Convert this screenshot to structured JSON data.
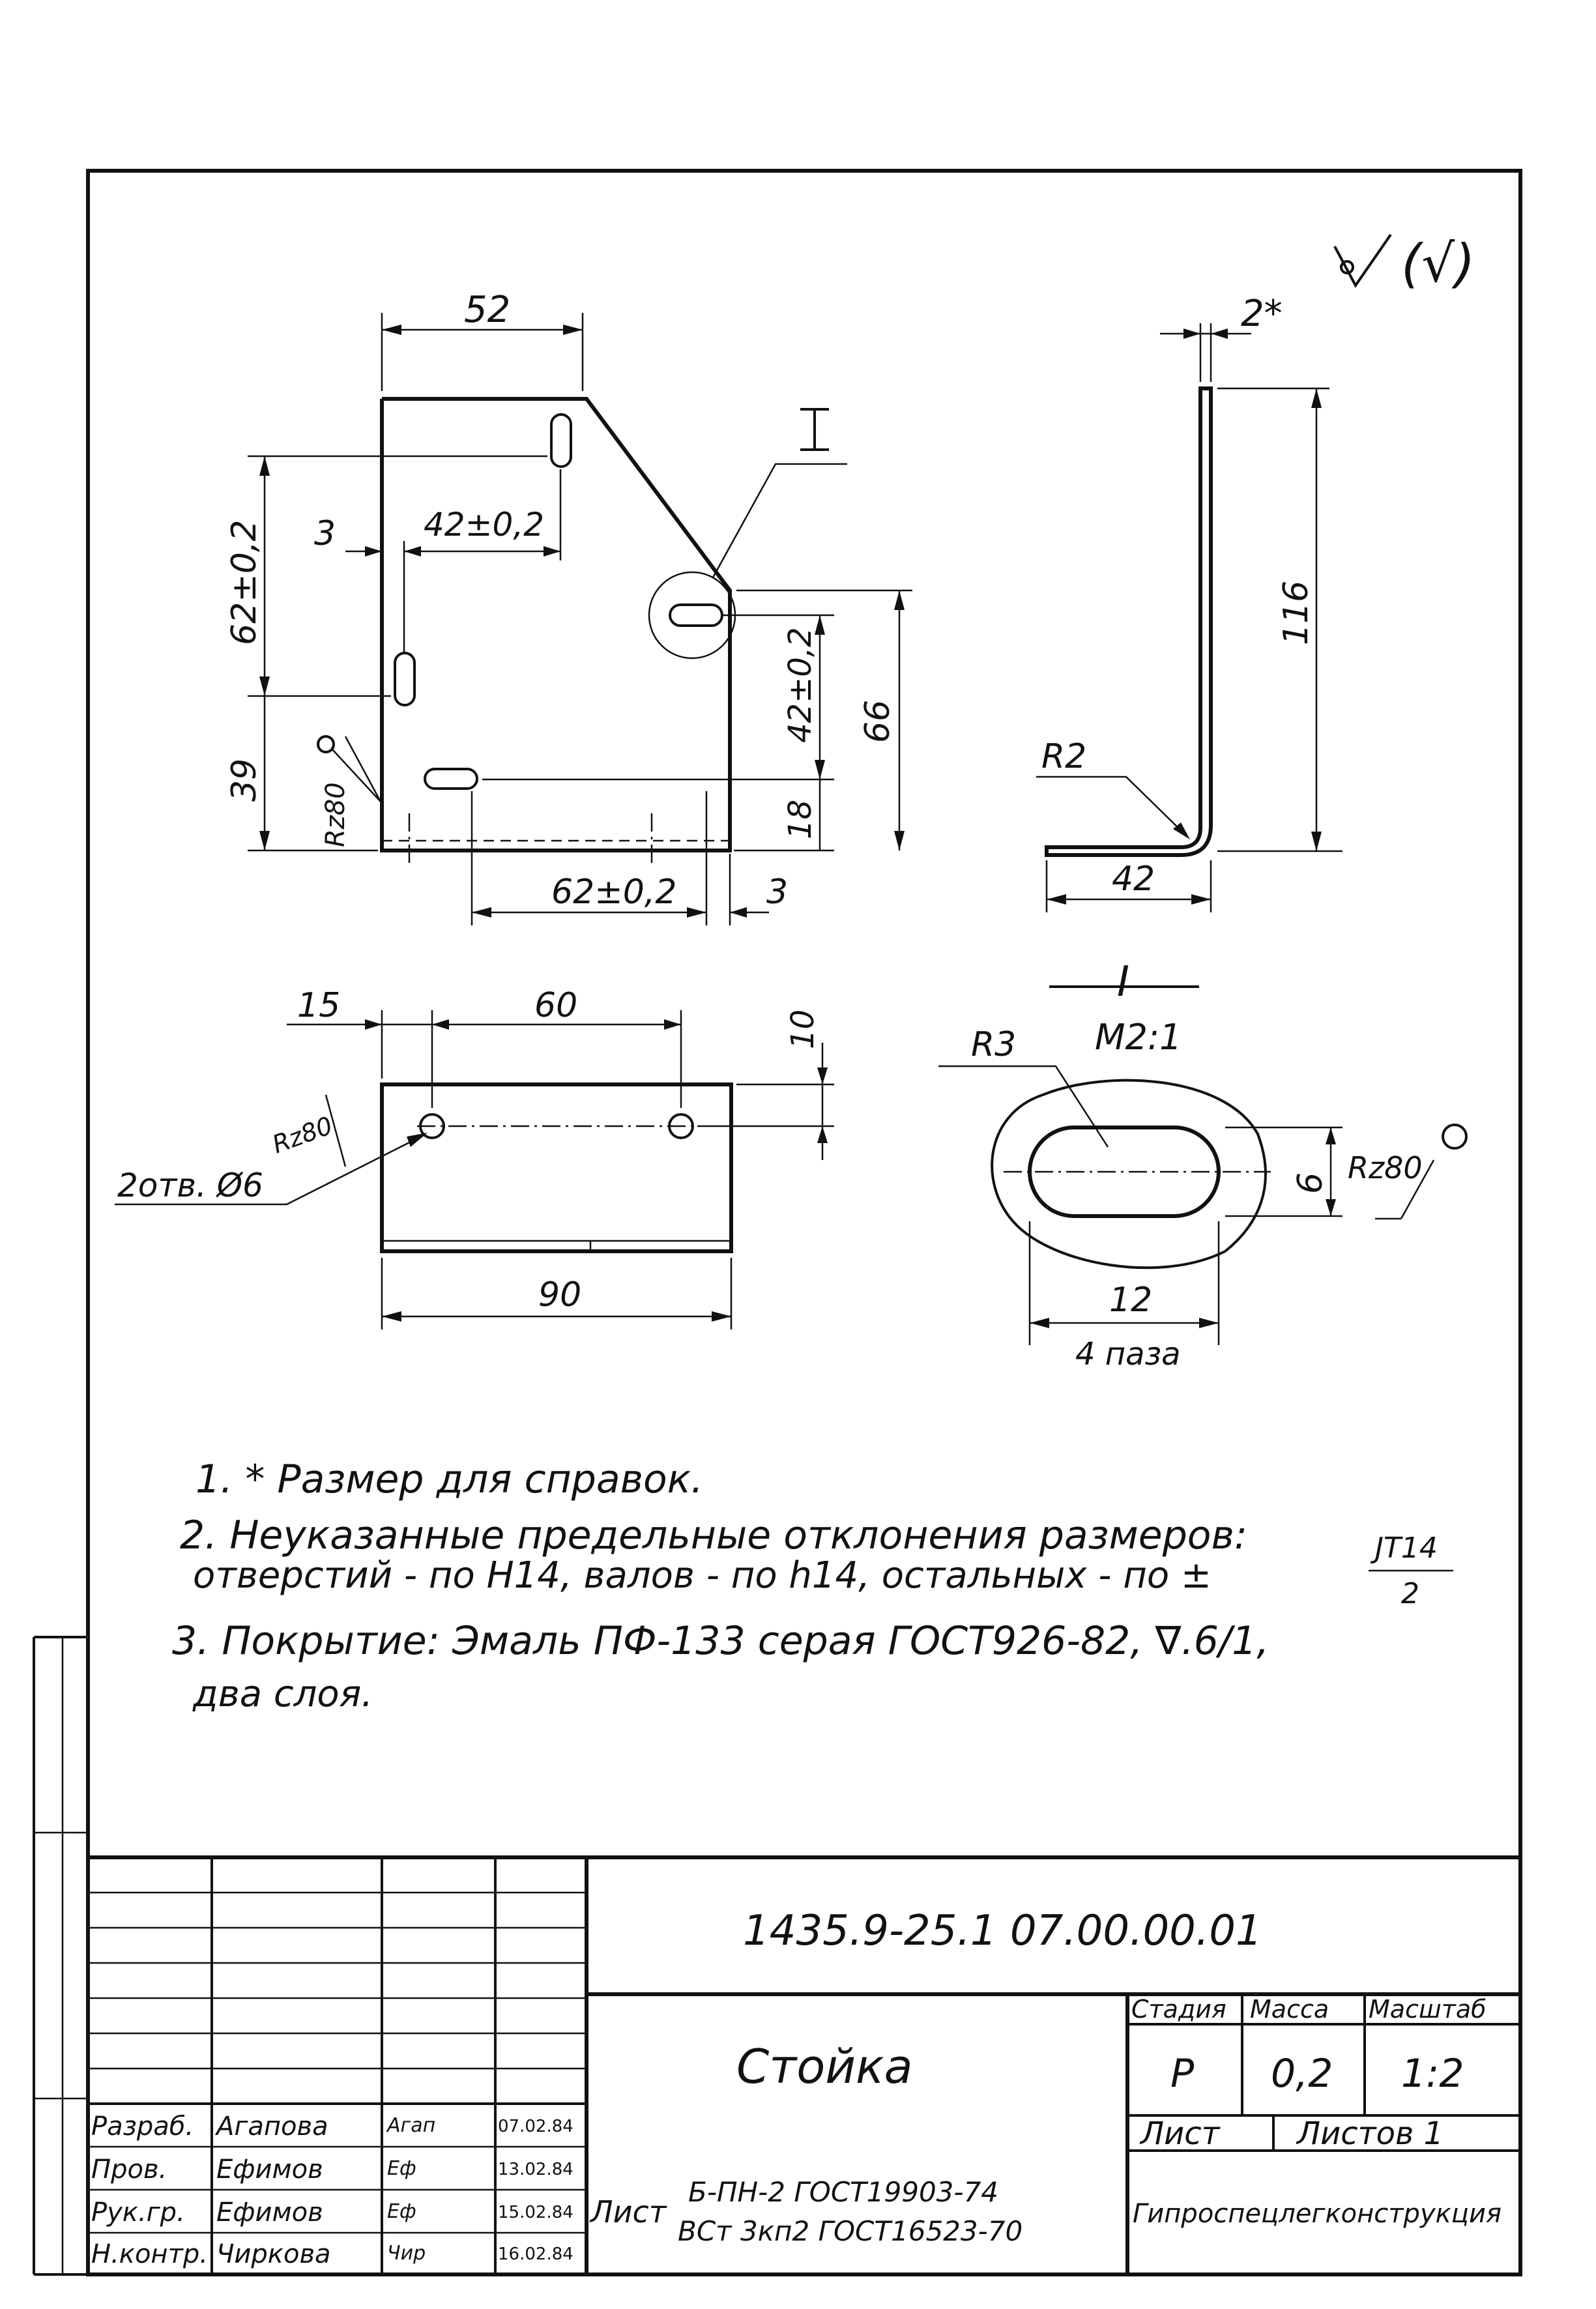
{
  "drawing": {
    "roughness_symbol": "(√)",
    "dims": {
      "top_52": "52",
      "left_62": "62±0,2",
      "left_3": "3",
      "inner_42": "42±0,2",
      "left_39": "39",
      "rz_left": "Rz80",
      "right_42": "42±0,2",
      "right_66": "66",
      "right_18": "18",
      "bottom_62": "62±0,2",
      "bottom_3": "3",
      "side_2": "2*",
      "side_116": "116",
      "side_r2": "R2",
      "side_42": "42",
      "plan_15": "15",
      "plan_60": "60",
      "plan_10": "10",
      "plan_90": "90",
      "plan_holes": "2отв. Ø6",
      "plan_rz": "Rz80",
      "detail_mark_top": "I",
      "detail_mark": "I",
      "detail_scale": "M2:1",
      "detail_r3": "R3",
      "detail_6": "6",
      "detail_rz": "Rz80",
      "detail_12": "12",
      "detail_slots": "4 паза"
    }
  },
  "notes": {
    "n1": "1. * Размер для справок.",
    "n2a": "2. Неуказанные предельные отклонения размеров:",
    "n2b": "отверстий - по H14, валов - по h14, остальных - по ±",
    "n2_frac_num": "JT14",
    "n2_frac_den": "2",
    "n3a": "3. Покрытие: Эмаль ПФ-133 серая ГОСТ926-82, ∇.6/1,",
    "n3b": "два слоя."
  },
  "title_block": {
    "doc_number": "1435.9-25.1 07.00.00.01",
    "part_name": "Стойка",
    "col_stage": "Стадия",
    "col_mass": "Масса",
    "col_scale": "Масштаб",
    "stage": "Р",
    "mass": "0,2",
    "scale": "1:2",
    "sheet_label": "Лист",
    "sheets_label": "Листов 1",
    "material_prefix": "Лист",
    "material_line1": "Б-ПН-2 ГОСТ19903-74",
    "material_line2": "ВСт 3кп2 ГОСТ16523-70",
    "organization": "Гипроспецлегконструкция",
    "signers": [
      {
        "role": "Разраб.",
        "name": "Агапова",
        "sign": "Агап",
        "date": "07.02.84"
      },
      {
        "role": "Пров.",
        "name": "Ефимов",
        "sign": "Еф",
        "date": "13.02.84"
      },
      {
        "role": "Рук.гр.",
        "name": "Ефимов",
        "sign": "Еф",
        "date": "15.02.84"
      },
      {
        "role": "Н.контр.",
        "name": "Чиркова",
        "sign": "Чир",
        "date": "16.02.84"
      }
    ]
  }
}
